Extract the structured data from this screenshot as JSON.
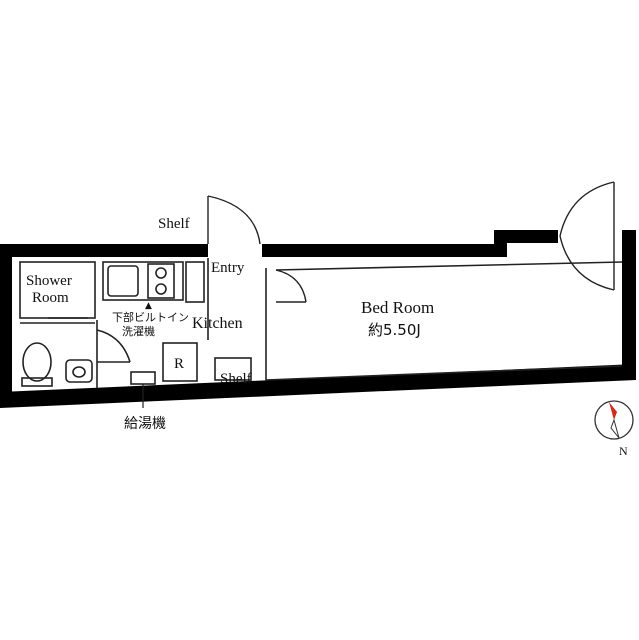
{
  "rooms": {
    "shower_line1": "Shower",
    "shower_line2": "Room",
    "kitchen": "Kitchen",
    "bedroom": "Bed Room",
    "bedroom_size": "約5.50J",
    "entry": "Entry"
  },
  "labels": {
    "shelf_top": "Shelf",
    "shelf_bottom": "Shelf",
    "washer_line1": "下部ビルトイン",
    "washer_line2": "洗濯機",
    "washer_marker": "▲",
    "fridge": "R",
    "water_heater": "給湯機"
  },
  "compass": {
    "north": "N"
  },
  "colors": {
    "wall": "#000000",
    "line": "#222222",
    "compass_needle": "#d7261c"
  }
}
